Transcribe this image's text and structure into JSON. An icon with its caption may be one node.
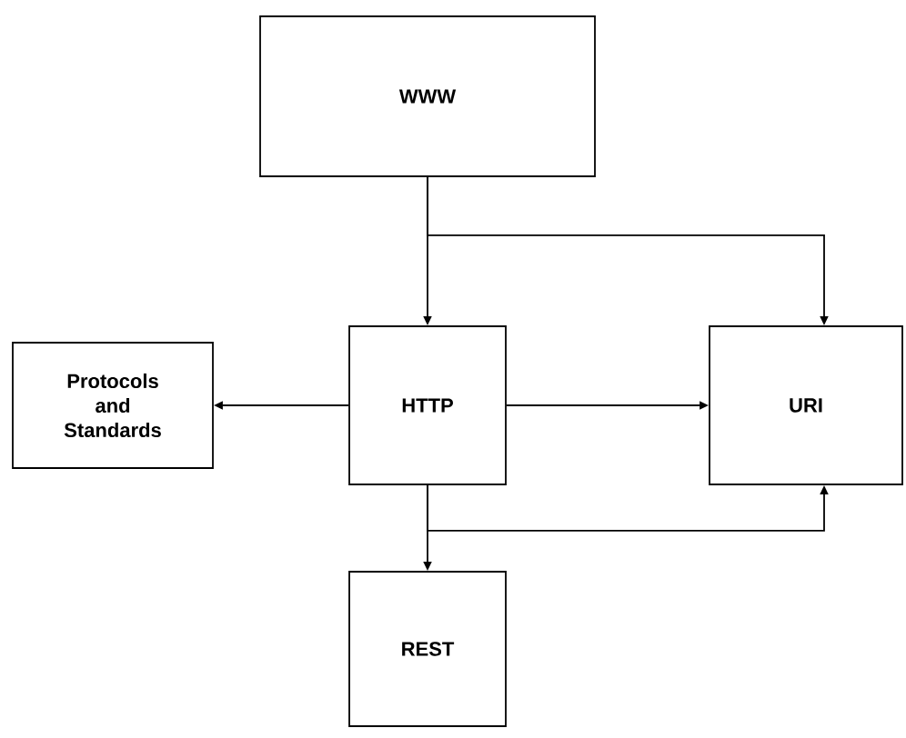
{
  "diagram": {
    "nodes": [
      {
        "text": [
          "WWW"
        ]
      },
      {
        "text": [
          "Protocols and Standards"
        ]
      },
      {
        "text": [
          "HTTP"
        ]
      },
      {
        "text": [
          "URI"
        ]
      },
      {
        "text": [
          "REST"
        ]
      }
    ],
    "edges": [
      {
        "from": 0,
        "to": 2,
        "arrow": "to"
      },
      {
        "from": 0,
        "to": 3,
        "arrow": "to"
      },
      {
        "from": 2,
        "to": 1,
        "arrow": "to"
      },
      {
        "from": 2,
        "to": 3,
        "arrow": "to"
      },
      {
        "from": 2,
        "to": 4,
        "arrow": "to"
      },
      {
        "from": 2,
        "to": 3,
        "arrow": "to"
      }
    ]
  }
}
